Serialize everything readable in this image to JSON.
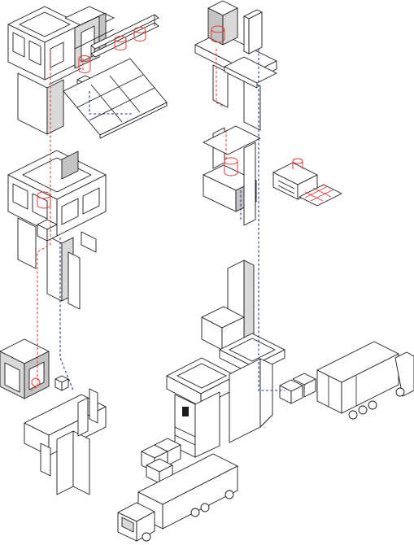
{
  "diagram": {
    "colors": {
      "outline": "#1a1a1a",
      "shade": "#d9d9d9",
      "shade_dark": "#c4c4c4",
      "accent_red": "#e33b3b",
      "accent_blue": "#2a3a8c",
      "white": "#ffffff"
    },
    "components": [
      "upper-left-module",
      "conveyor-rail",
      "middle-left-module",
      "lower-left-module",
      "upper-right-module",
      "middle-right-module",
      "stacking-tray-unit",
      "central-tower",
      "crate-stack",
      "truck-right",
      "truck-bottom"
    ]
  }
}
